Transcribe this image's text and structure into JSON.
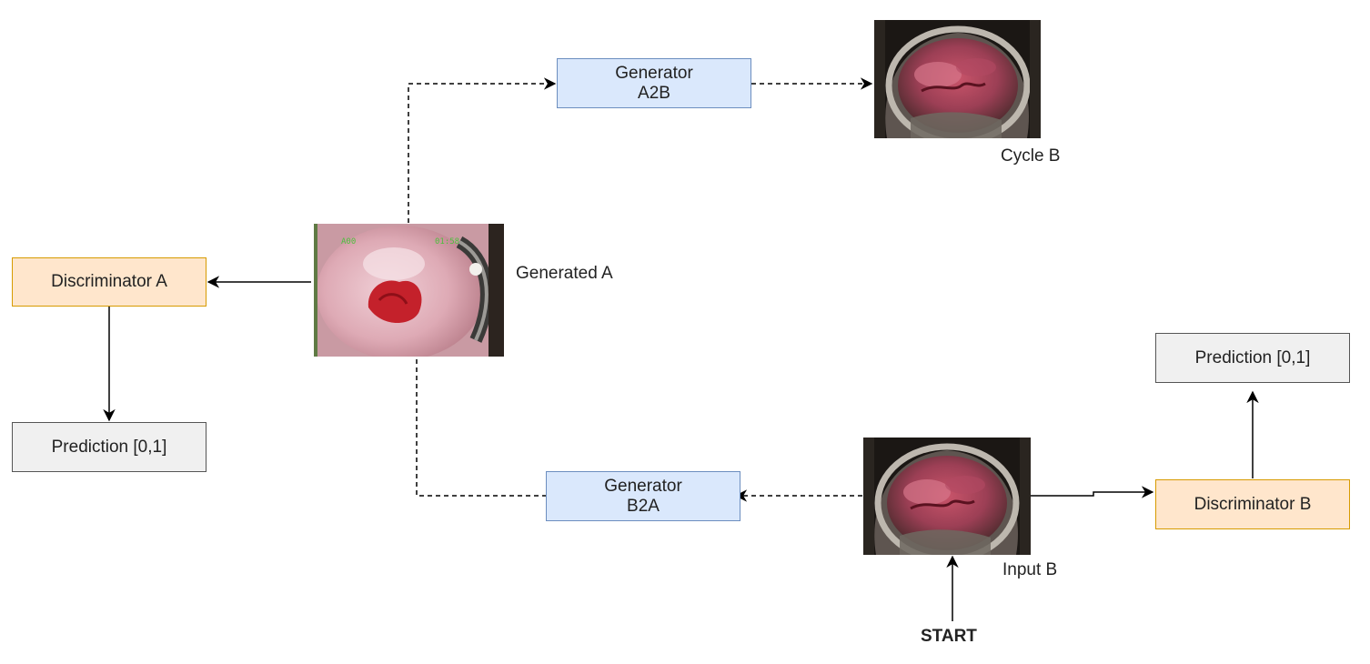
{
  "nodes": {
    "generator_a2b": {
      "line1": "Generator",
      "line2": "A2B"
    },
    "generator_b2a": {
      "line1": "Generator",
      "line2": "B2A"
    },
    "discriminator_a": {
      "label": "Discriminator A"
    },
    "discriminator_b": {
      "label": "Discriminator B"
    },
    "prediction_a": {
      "label": "Prediction [0,1]"
    },
    "prediction_b": {
      "label": "Prediction [0,1]"
    }
  },
  "image_labels": {
    "cycle_b": "Cycle B",
    "generated_a": "Generated A",
    "input_b": "Input B"
  },
  "start_label": "START",
  "generated_a_overlay": {
    "left": "A00",
    "right": "01:58"
  },
  "colors": {
    "generator_fill": "#dae8fc",
    "generator_stroke": "#6c8ebf",
    "discriminator_fill": "#ffe6cc",
    "discriminator_stroke": "#d79b00",
    "prediction_fill": "#f0f0f0",
    "prediction_stroke": "#555555",
    "connector": "#000000"
  },
  "edges": [
    {
      "from": "generated_a",
      "to": "generator_a2b",
      "style": "dashed"
    },
    {
      "from": "generator_a2b",
      "to": "cycle_b",
      "style": "dashed"
    },
    {
      "from": "generated_a",
      "to": "discriminator_a",
      "style": "solid"
    },
    {
      "from": "discriminator_a",
      "to": "prediction_a",
      "style": "solid"
    },
    {
      "from": "input_b",
      "to": "generator_b2a",
      "style": "dashed"
    },
    {
      "from": "generator_b2a",
      "to": "generated_a",
      "style": "dashed"
    },
    {
      "from": "input_b",
      "to": "discriminator_b",
      "style": "solid"
    },
    {
      "from": "discriminator_b",
      "to": "prediction_b",
      "style": "solid"
    },
    {
      "from": "start",
      "to": "input_b",
      "style": "solid"
    }
  ]
}
